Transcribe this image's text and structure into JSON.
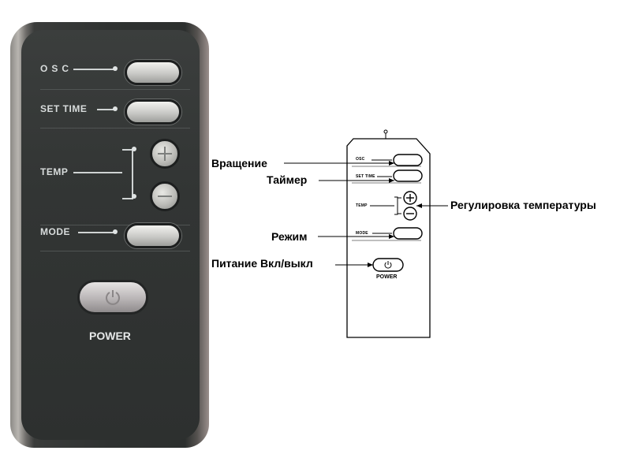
{
  "remote": {
    "osc_label": "OSC",
    "set_time_label": "SET TIME",
    "temp_label": "TEMP",
    "mode_label": "MODE",
    "power_label": "POWER"
  },
  "callouts": {
    "rotation": "Вращение",
    "timer": "Таймер",
    "temperature": "Регулировка температуры",
    "mode": "Режим",
    "power": "Питание Вкл/выкл"
  },
  "colors": {
    "remote_body": "#2f3231",
    "button": "#c9c9c6",
    "label_text": "#d8dcdc",
    "drawing_ink": "#000000"
  }
}
